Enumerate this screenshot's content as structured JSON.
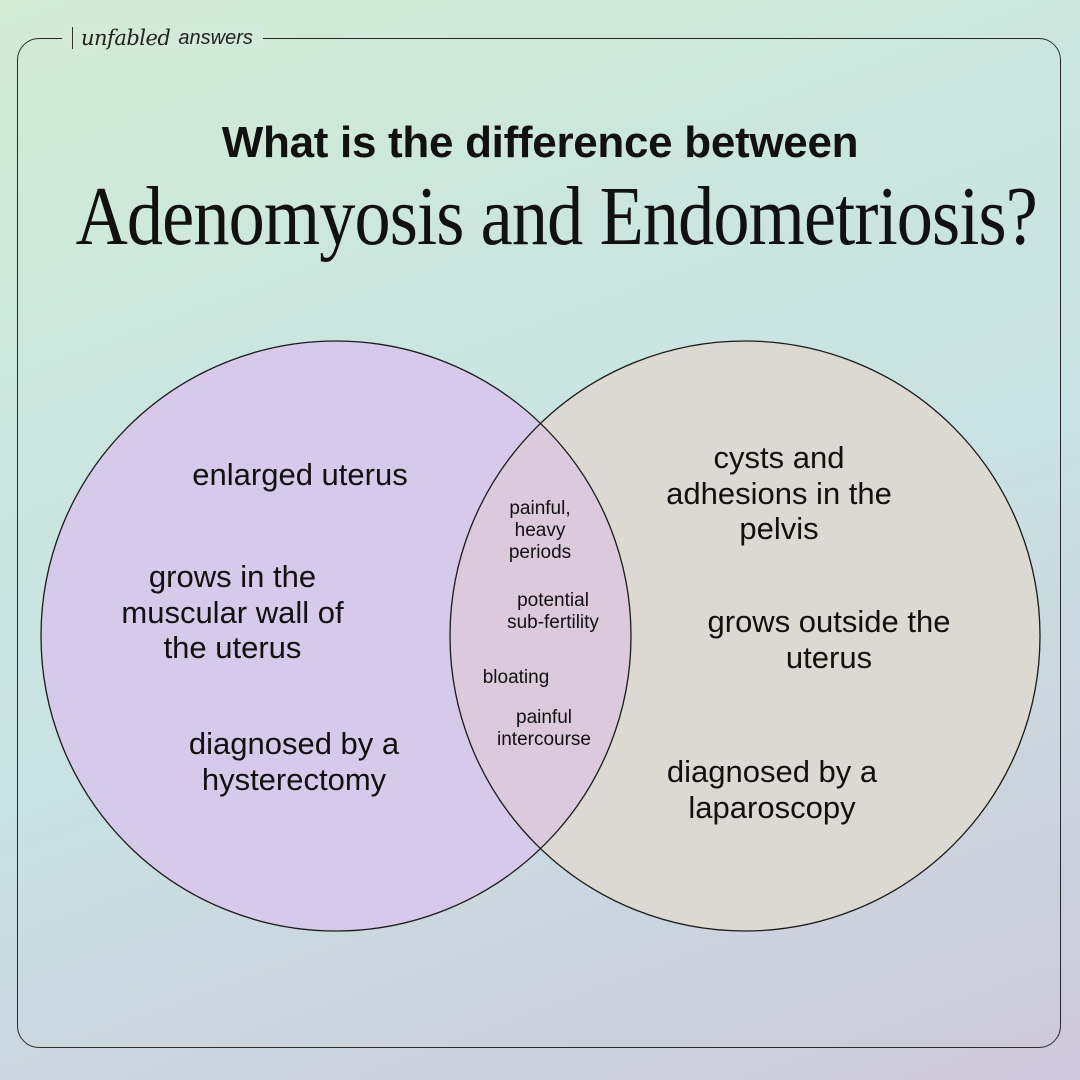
{
  "brand": {
    "logo": "unfabled",
    "label": "answers"
  },
  "title": {
    "line1": "What is the difference between",
    "line2": "Adenomyosis and Endometriosis?"
  },
  "colors": {
    "left_circle_fill": "#d6c9ea",
    "right_circle_fill": "#dbd9d1",
    "overlap_fill": "#dcc9dc",
    "outline": "#1a1a1a"
  },
  "venn": {
    "left": {
      "items": [
        "enlarged uterus",
        "grows in the\nmuscular wall of\nthe uterus",
        "diagnosed by a\nhysterectomy"
      ]
    },
    "overlap": {
      "items": [
        "painful,\nheavy\nperiods",
        "potential\nsub-fertility",
        "bloating",
        "painful\nintercourse"
      ]
    },
    "right": {
      "items": [
        "cysts and\nadhesions in the\npelvis",
        "grows outside the\nuterus",
        "diagnosed by a\nlaparoscopy"
      ]
    }
  }
}
